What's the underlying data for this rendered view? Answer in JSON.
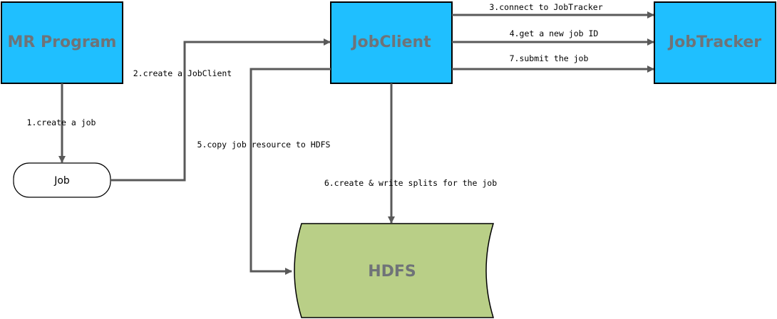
{
  "nodes": {
    "mr_program": "MR Program",
    "job_client": "JobClient",
    "job_tracker": "JobTracker",
    "job": "Job",
    "hdfs": "HDFS"
  },
  "edges": {
    "e1": "1.create a job",
    "e2": "2.create a JobClient",
    "e3": "3.connect to JobTracker",
    "e4": "4.get a new job ID",
    "e5": "5.copy job resource to HDFS",
    "e6": "6.create & write splits for the job",
    "e7": "7.submit the job"
  },
  "colors": {
    "box_fill": "#1fbfff",
    "hdfs_fill": "#b9cf87",
    "edge": "#595959"
  }
}
